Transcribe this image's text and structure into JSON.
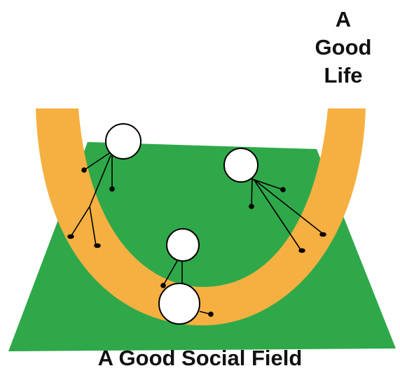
{
  "labels": {
    "life": [
      "A",
      "Good",
      "Life"
    ],
    "field": "A Good Social Field"
  },
  "colors": {
    "field": "#2fa84a",
    "path": "#f6b041",
    "figure_fill": "#ffffff",
    "ink": "#000000"
  },
  "figures": [
    "person-left",
    "person-right",
    "person-center-standing",
    "person-bottom-curled"
  ]
}
